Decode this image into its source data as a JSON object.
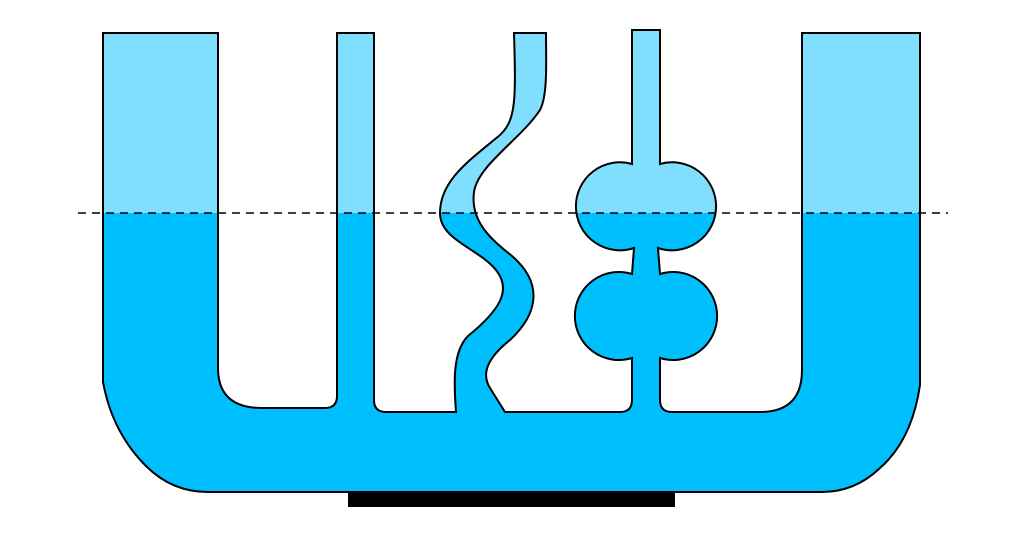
{
  "diagram": {
    "subject": "communicating-vessels",
    "colors": {
      "air_fill": "#80dfff",
      "liquid_fill": "#00bfff",
      "outline": "#000000",
      "base": "#000000",
      "level_line": "#000000"
    },
    "vessels": [
      "wide-left-column",
      "narrow-straight-tube",
      "wavy-tube",
      "double-bulb-tube",
      "wide-right-column"
    ]
  }
}
